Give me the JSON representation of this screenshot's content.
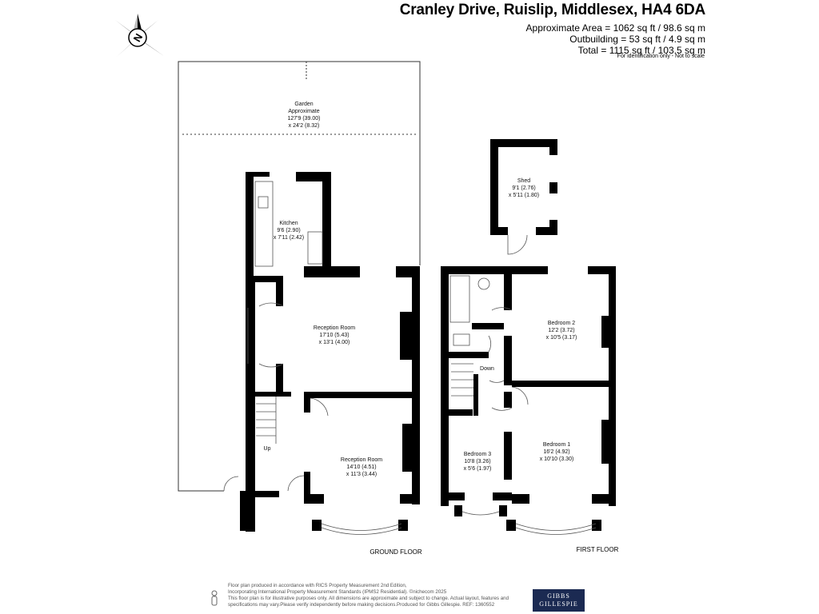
{
  "header": {
    "address": "Cranley Drive, Ruislip, Middlesex, HA4 6DA",
    "approx_area": "Approximate Area = 1062 sq ft / 98.6 sq m",
    "outbuilding": "Outbuilding = 53 sq ft / 4.9 sq m",
    "total": "Total = 1115 sq ft / 103.5 sq m",
    "note": "For identification only - Not to scale"
  },
  "compass": {
    "letter": "N",
    "icon": "compass-icon"
  },
  "rooms": {
    "garden": {
      "name": "Garden",
      "line2": "Approximate",
      "dim1": "127'9 (39.00)",
      "dim2": "x 24'2 (8.32)"
    },
    "kitchen": {
      "name": "Kitchen",
      "dim1": "9'6 (2.90)",
      "dim2": "x 7'11 (2.42)"
    },
    "reception1": {
      "name": "Reception Room",
      "dim1": "17'10 (5.43)",
      "dim2": "x 13'1 (4.00)"
    },
    "reception2": {
      "name": "Reception Room",
      "dim1": "14'10 (4.51)",
      "dim2": "x 11'3 (3.44)"
    },
    "shed": {
      "name": "Shed",
      "dim1": "9'1 (2.76)",
      "dim2": "x 5'11 (1.80)"
    },
    "bedroom2": {
      "name": "Bedroom 2",
      "dim1": "12'2 (3.72)",
      "dim2": "x 10'5 (3.17)"
    },
    "bedroom1": {
      "name": "Bedroom 1",
      "dim1": "16'2 (4.92)",
      "dim2": "x 10'10 (3.30)"
    },
    "bedroom3": {
      "name": "Bedroom 3",
      "dim1": "10'8 (3.26)",
      "dim2": "x 5'6 (1.97)"
    }
  },
  "stairs": {
    "up": "Up",
    "down": "Down"
  },
  "floors": {
    "ground": "GROUND FLOOR",
    "first": "FIRST FLOOR"
  },
  "footer": {
    "line1": "Floor plan produced in accordance with RICS Property Measurement 2nd Edition,",
    "line2": "Incorporating International Property Measurement Standards (IPMS2 Residential). ©nichecom 2025",
    "line3": "This floor plan is for illustrative purposes only. All dimensions are approximate and subject to change. Actual layout, features and",
    "line4": "specifications may vary.Please verify independently before making decisions.Produced for Gibbs Gillespie.  REF: 1360552"
  },
  "logo": {
    "line1": "GIBBS",
    "line2": "GILLESPIE"
  },
  "colors": {
    "wall": "#000000",
    "logo_bg": "#1b2a52",
    "line": "#555555"
  }
}
